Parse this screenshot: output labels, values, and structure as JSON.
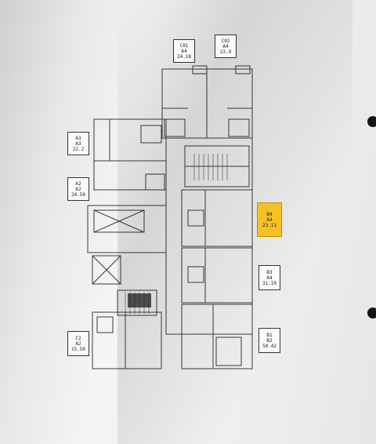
{
  "document": {
    "type": "architectural floor plan printout",
    "colors": {
      "paper": "#f1f1f1",
      "ink": "#2b2b2b",
      "highlight": "#f4c126"
    }
  },
  "tags": [
    {
      "id": "t1",
      "lines": [
        "C01",
        "A4",
        "24.18"
      ],
      "highlight": false
    },
    {
      "id": "t2",
      "lines": [
        "C02",
        "A4",
        "23.9"
      ],
      "highlight": false
    },
    {
      "id": "t3",
      "lines": [
        "A3",
        "A3",
        "22.2"
      ],
      "highlight": false
    },
    {
      "id": "t4",
      "lines": [
        "A2",
        "A2",
        "24.50"
      ],
      "highlight": false
    },
    {
      "id": "t5",
      "lines": [
        "B4",
        "A4",
        "23.11"
      ],
      "highlight": true
    },
    {
      "id": "t6",
      "lines": [
        "B3",
        "A4",
        "31.10"
      ],
      "highlight": false
    },
    {
      "id": "t7",
      "lines": [
        "B1",
        "B2",
        "50.42"
      ],
      "highlight": false
    },
    {
      "id": "t8",
      "lines": [
        "C2",
        "A2",
        "15.50"
      ],
      "highlight": false
    }
  ],
  "icons": {
    "punch_hole": "punch-hole-icon",
    "stairs": "stairs-icon",
    "elevator": "elevator-icon"
  }
}
